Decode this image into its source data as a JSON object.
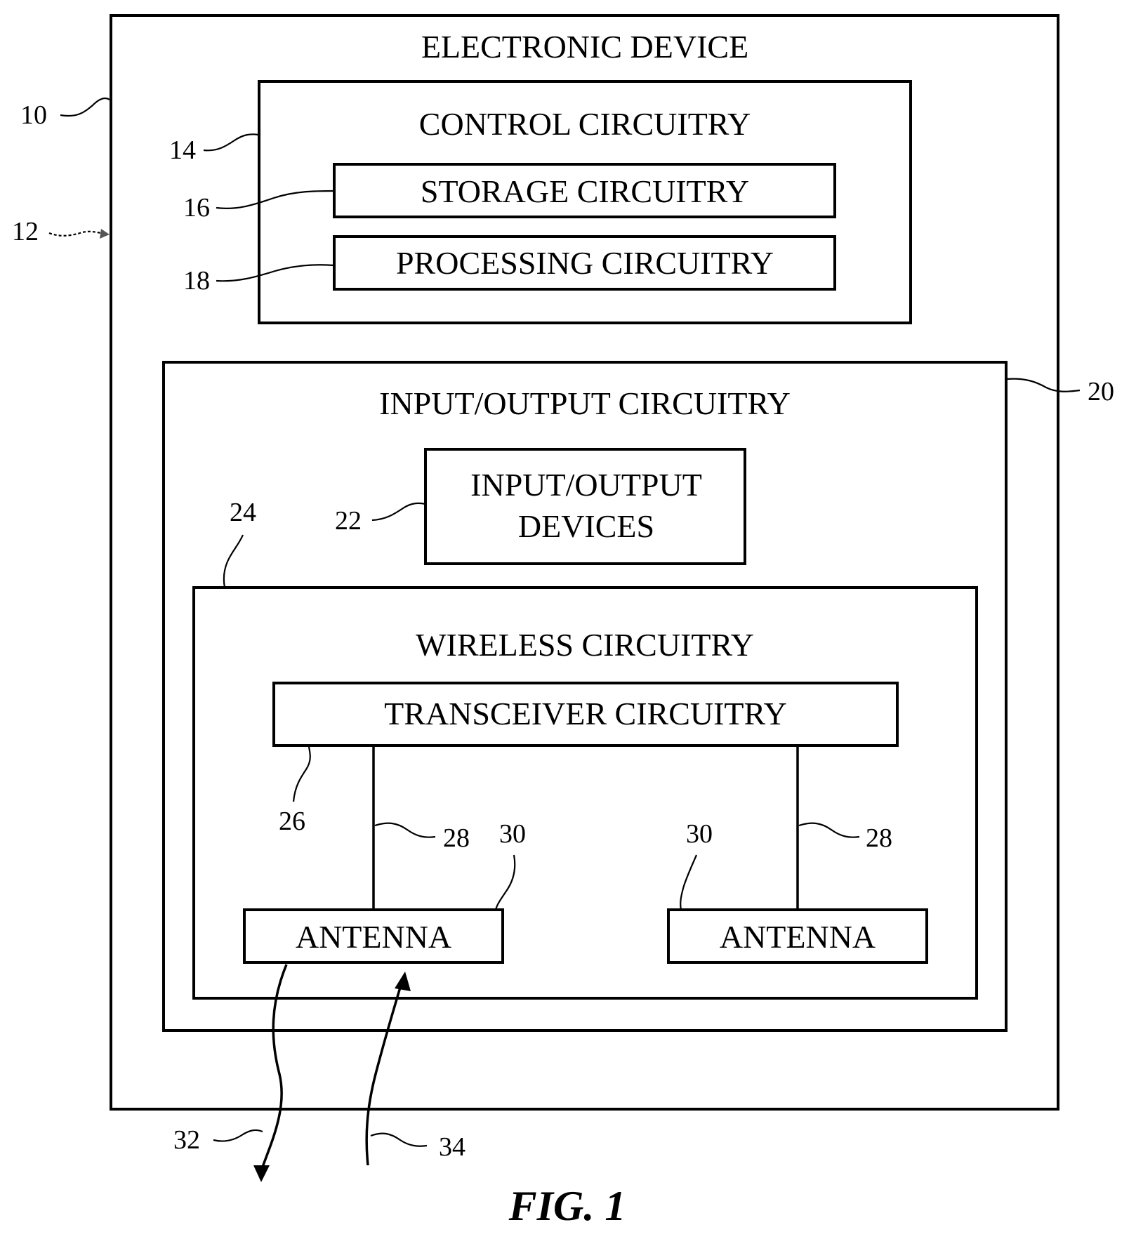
{
  "figure_label": "FIG. 1",
  "blocks": {
    "electronic_device": "ELECTRONIC DEVICE",
    "control_circuitry": "CONTROL CIRCUITRY",
    "storage_circuitry": "STORAGE CIRCUITRY",
    "processing_circuitry": "PROCESSING CIRCUITRY",
    "io_circuitry": "INPUT/OUTPUT CIRCUITRY",
    "io_devices_line1": "INPUT/OUTPUT",
    "io_devices_line2": "DEVICES",
    "wireless_circuitry": "WIRELESS CIRCUITRY",
    "transceiver_circuitry": "TRANSCEIVER CIRCUITRY",
    "antenna_left": "ANTENNA",
    "antenna_right": "ANTENNA"
  },
  "refs": {
    "r10": "10",
    "r12": "12",
    "r14": "14",
    "r16": "16",
    "r18": "18",
    "r20": "20",
    "r22": "22",
    "r24": "24",
    "r26": "26",
    "r28_left": "28",
    "r28_right": "28",
    "r30_left": "30",
    "r30_right": "30",
    "r32": "32",
    "r34": "34"
  }
}
